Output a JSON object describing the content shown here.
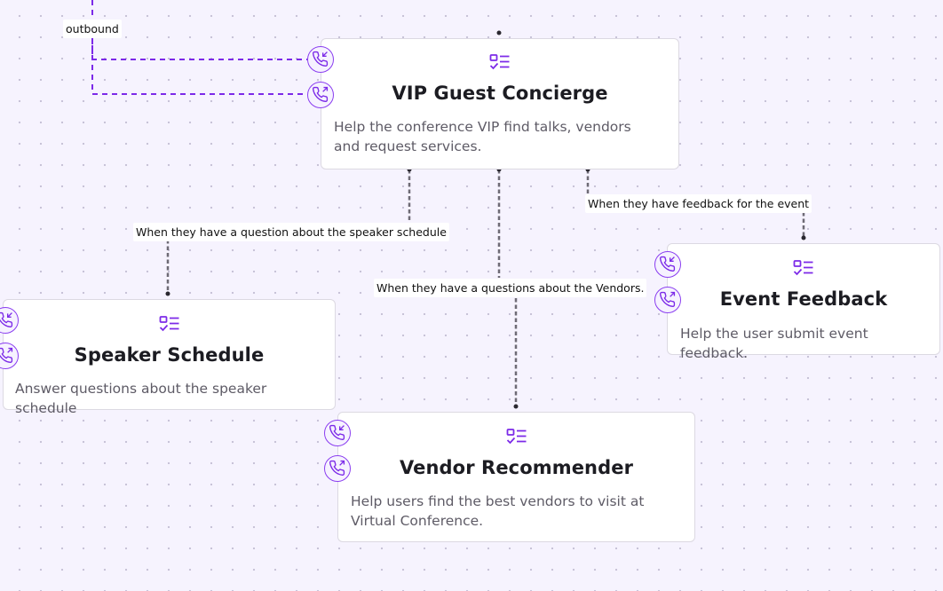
{
  "nodes": {
    "vip": {
      "title": "VIP Guest Concierge",
      "description": "Help the conference VIP find talks, vendors and request services."
    },
    "speaker": {
      "title": "Speaker Schedule",
      "description": "Answer questions about the speaker schedule"
    },
    "vendor": {
      "title": "Vendor Recommender",
      "description": "Help users find the best vendors to visit at Virtual Conference."
    },
    "feedback": {
      "title": "Event Feedback",
      "description": "Help the user submit event feedback."
    }
  },
  "edges": {
    "outbound": "outbound",
    "speaker": "When they have a question about the speaker schedule",
    "vendors": "When they have a questions about the Vendors.",
    "feedback": "When they have feedback for the event"
  },
  "icons": {
    "node_kind": "agent-list-icon",
    "incoming": "phone-incoming-icon",
    "outgoing": "phone-outgoing-icon"
  },
  "colors": {
    "accent": "#7c2ae8",
    "background": "#f6f3fe",
    "edge": "#6e6b75"
  }
}
